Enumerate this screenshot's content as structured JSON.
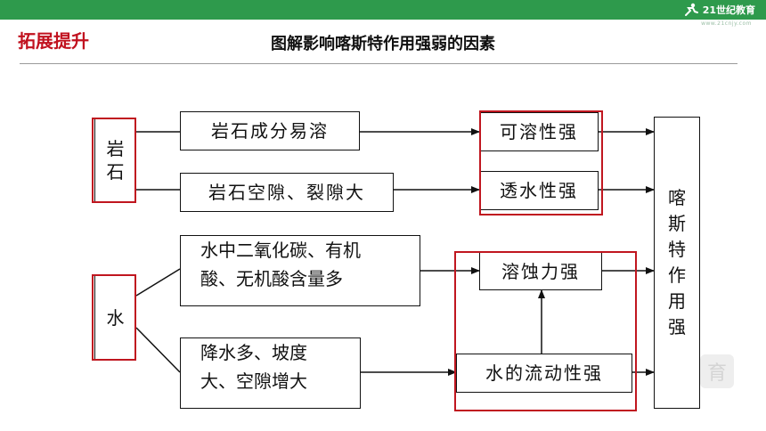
{
  "header": {
    "brand": "21世纪教育",
    "brand_sub": "www.21cnjy.com",
    "accent_color": "#2e9a4c"
  },
  "section_title": "拓展提升",
  "page_title": "图解影响喀斯特作用强弱的因素",
  "watermark_icon": "watermark-logo",
  "diagram": {
    "rock": [
      "岩",
      "石"
    ],
    "rock_factor_1": "岩石成分易溶",
    "rock_factor_2": "岩石空隙、裂隙大",
    "result_soluble": "可溶性强",
    "result_permeable": "透水性强",
    "water": "水",
    "water_factor_1": [
      "水中二氧化碳、有机",
      "酸、无机酸含量多"
    ],
    "water_factor_2": [
      "降水多、坡度",
      "大、空隙增大"
    ],
    "result_dissolution": "溶蚀力强",
    "result_flow": "水的流动性强",
    "outcome": [
      "喀",
      "斯",
      "特",
      "作",
      "用",
      "强"
    ],
    "highlight_color": "#c0161f"
  }
}
